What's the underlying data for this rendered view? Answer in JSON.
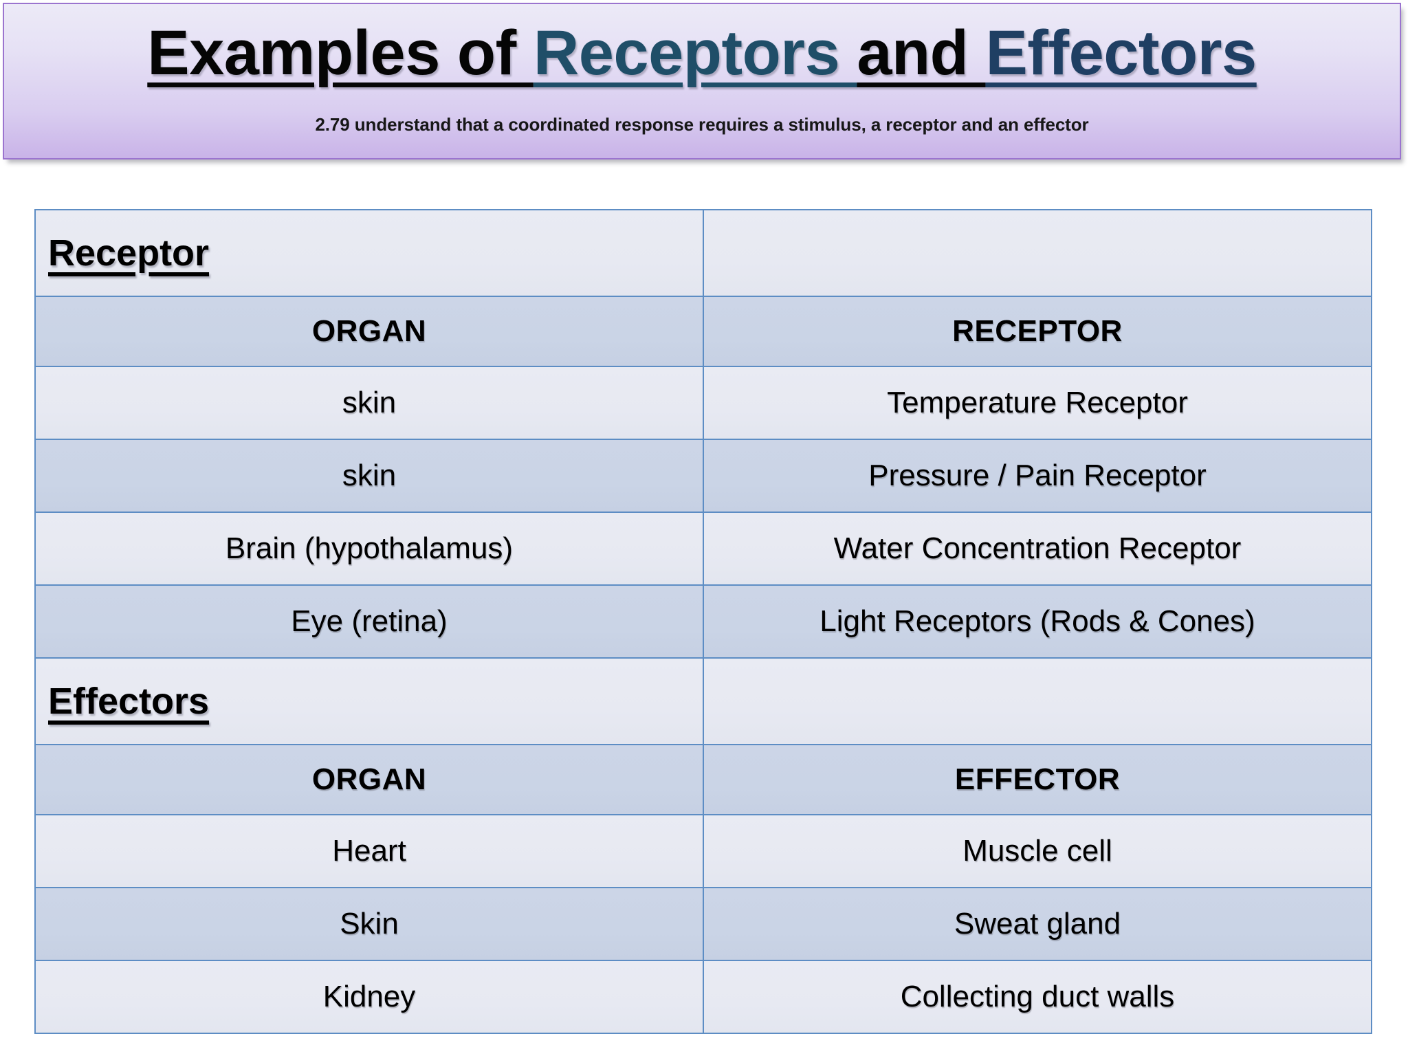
{
  "banner": {
    "title_parts": [
      {
        "text": "Examples of ",
        "tone": "black"
      },
      {
        "text": "Receptors ",
        "tone": "blue"
      },
      {
        "text": "and ",
        "tone": "black"
      },
      {
        "text": "Effectors",
        "tone": "navy"
      }
    ],
    "title_plain": "Examples of Receptors and Effectors",
    "subtitle": "2.79 understand that a coordinated response requires a stimulus, a receptor and an effector",
    "colors": {
      "border": "#9b74cf",
      "gradient_top": "#eceaf7",
      "gradient_bottom": "#c9b3e8",
      "black_text": "#050505",
      "receptors_text": "#1f4e68",
      "effectors_text": "#1f3f63"
    }
  },
  "table": {
    "colors": {
      "border": "#5d8dc4",
      "row_light": "#e8eaf2",
      "row_dark": "#ccd5e7"
    },
    "sections": [
      {
        "heading": "Receptor",
        "heading_right": "",
        "columns": [
          "ORGAN",
          "RECEPTOR"
        ],
        "rows": [
          [
            "skin",
            "Temperature Receptor"
          ],
          [
            "skin",
            "Pressure / Pain Receptor"
          ],
          [
            "Brain (hypothalamus)",
            "Water Concentration Receptor"
          ],
          [
            "Eye (retina)",
            "Light Receptors (Rods & Cones)"
          ]
        ]
      },
      {
        "heading": "Effectors",
        "heading_right": "",
        "columns": [
          "ORGAN",
          "EFFECTOR"
        ],
        "rows": [
          [
            "Heart",
            "Muscle cell"
          ],
          [
            "Skin",
            "Sweat gland"
          ],
          [
            "Kidney",
            "Collecting duct walls"
          ]
        ]
      }
    ]
  }
}
